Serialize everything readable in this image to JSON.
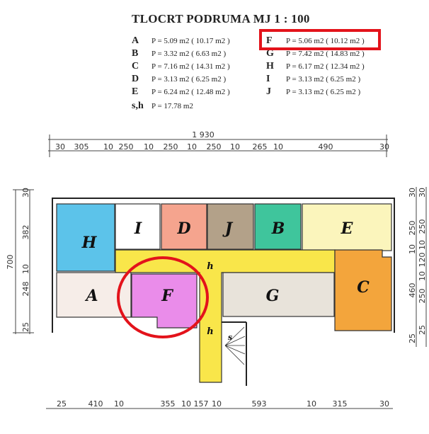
{
  "title": "TLOCRT PODRUMA MJ  1 :  100",
  "areas": [
    {
      "room": "A",
      "text": "P =  5.09 m2 ( 10.17 m2 )"
    },
    {
      "room": "B",
      "text": "P =  3.32 m2 (   6.63 m2 )"
    },
    {
      "room": "C",
      "text": "P =  7.16 m2 ( 14.31 m2 )"
    },
    {
      "room": "D",
      "text": "P =  3.13 m2 (   6.25 m2 )"
    },
    {
      "room": "E",
      "text": "P =  6.24 m2 ( 12.48 m2 )"
    },
    {
      "room": "F",
      "text": "P =   5.06 m2  ( 10.12 m2 )"
    },
    {
      "room": "G",
      "text": "P =   7.42 m2  ( 14.83 m2 )"
    },
    {
      "room": "H",
      "text": "P =  6.17 m2  ( 12.34 m2 )"
    },
    {
      "room": "I",
      "text": "P =  3.13 m2  (   6.25 m2 )"
    },
    {
      "room": "J",
      "text": "P =  3.13 m2  (   6.25 m2 )"
    },
    {
      "room": "s,h",
      "text": "P = 17.78 m2"
    }
  ],
  "highlight_color": "#e3131b",
  "room_colors": {
    "H": "#5cc3ea",
    "I": "#ffffff",
    "D": "#f5a48e",
    "J": "#b3a189",
    "B": "#3fc59c",
    "E": "#fbf5bc",
    "h": "#f9e64a",
    "A": "#f6ede8",
    "F": "#ea8cea",
    "G": "#e8e3da",
    "C": "#f3a53c"
  },
  "room_labels": {
    "H": "H",
    "I": "I",
    "D": "D",
    "J": "J",
    "B": "B",
    "E": "E",
    "h1": "h",
    "h2": "h",
    "s": "s",
    "A": "A",
    "F": "F",
    "G": "G",
    "C": "C"
  },
  "dims": {
    "top_total": "1 930",
    "top": [
      "30",
      "305",
      "10",
      "250",
      "10",
      "250",
      "10",
      "250",
      "10",
      "265",
      "10",
      "490",
      "30"
    ],
    "bottom": [
      "25",
      "410",
      "10",
      "355",
      "10",
      "157",
      "10",
      "593",
      "10",
      "315",
      "30"
    ],
    "left_total": "700",
    "left": [
      "30",
      "382",
      "10",
      "248",
      "25"
    ],
    "right1": [
      "30",
      "250",
      "10",
      "460",
      "25"
    ],
    "right2": [
      "30",
      "250",
      "10",
      "120",
      "10",
      "250",
      "25"
    ]
  }
}
